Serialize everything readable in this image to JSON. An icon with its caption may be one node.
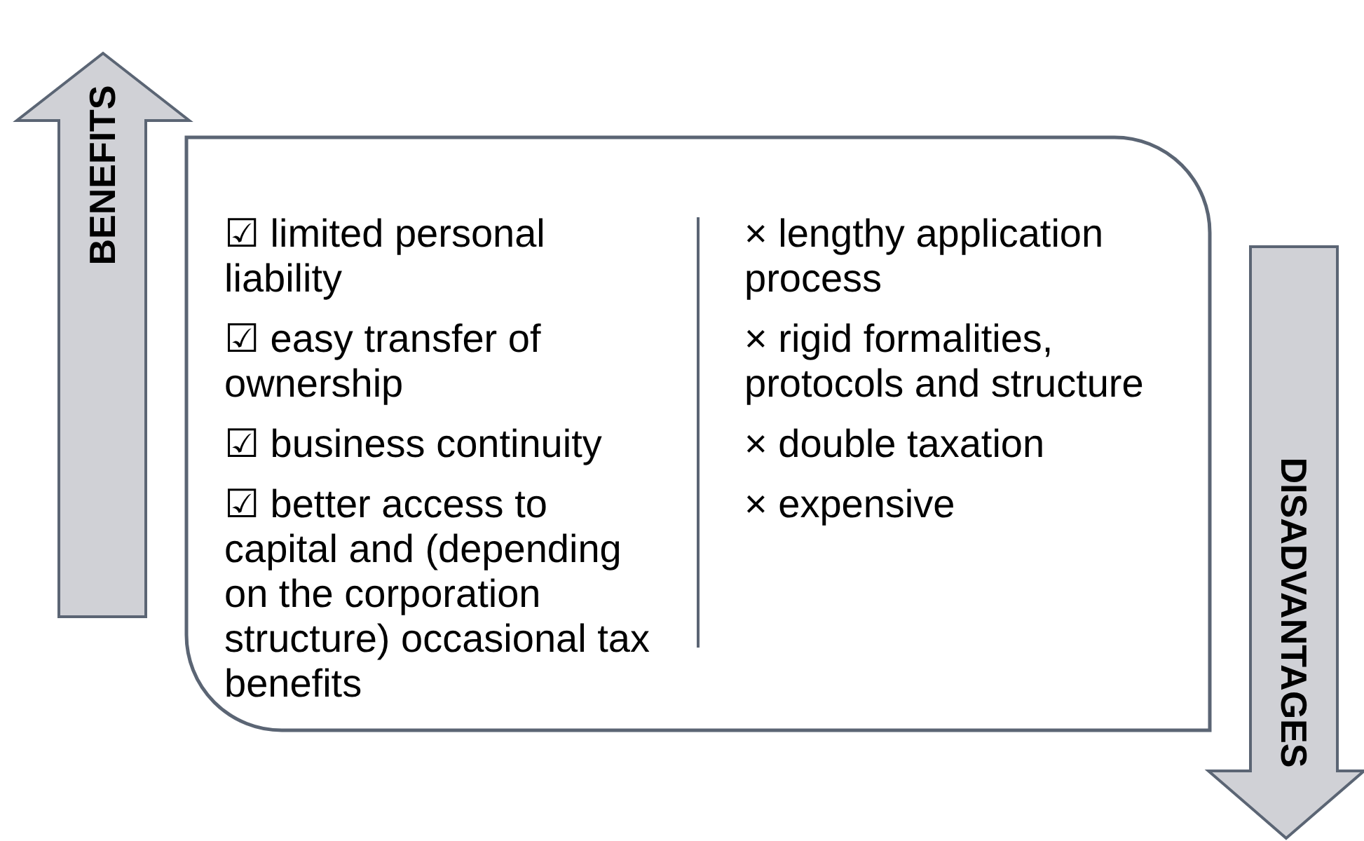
{
  "diagram": {
    "nodes": [
      {
        "text": [
          "BENEFITS"
        ]
      },
      {
        "text": [
          "☑ limited personal liability",
          "☑ easy transfer of ownership",
          "☑ business continuity",
          "☑ better access to capital and (depending on the corporation structure) occasional tax benefits",
          "× lengthy application process",
          "× rigid formalities, protocols and structure",
          "× double taxation",
          "× expensive"
        ]
      },
      {
        "text": [
          "DISADVANTAGES"
        ]
      }
    ]
  }
}
